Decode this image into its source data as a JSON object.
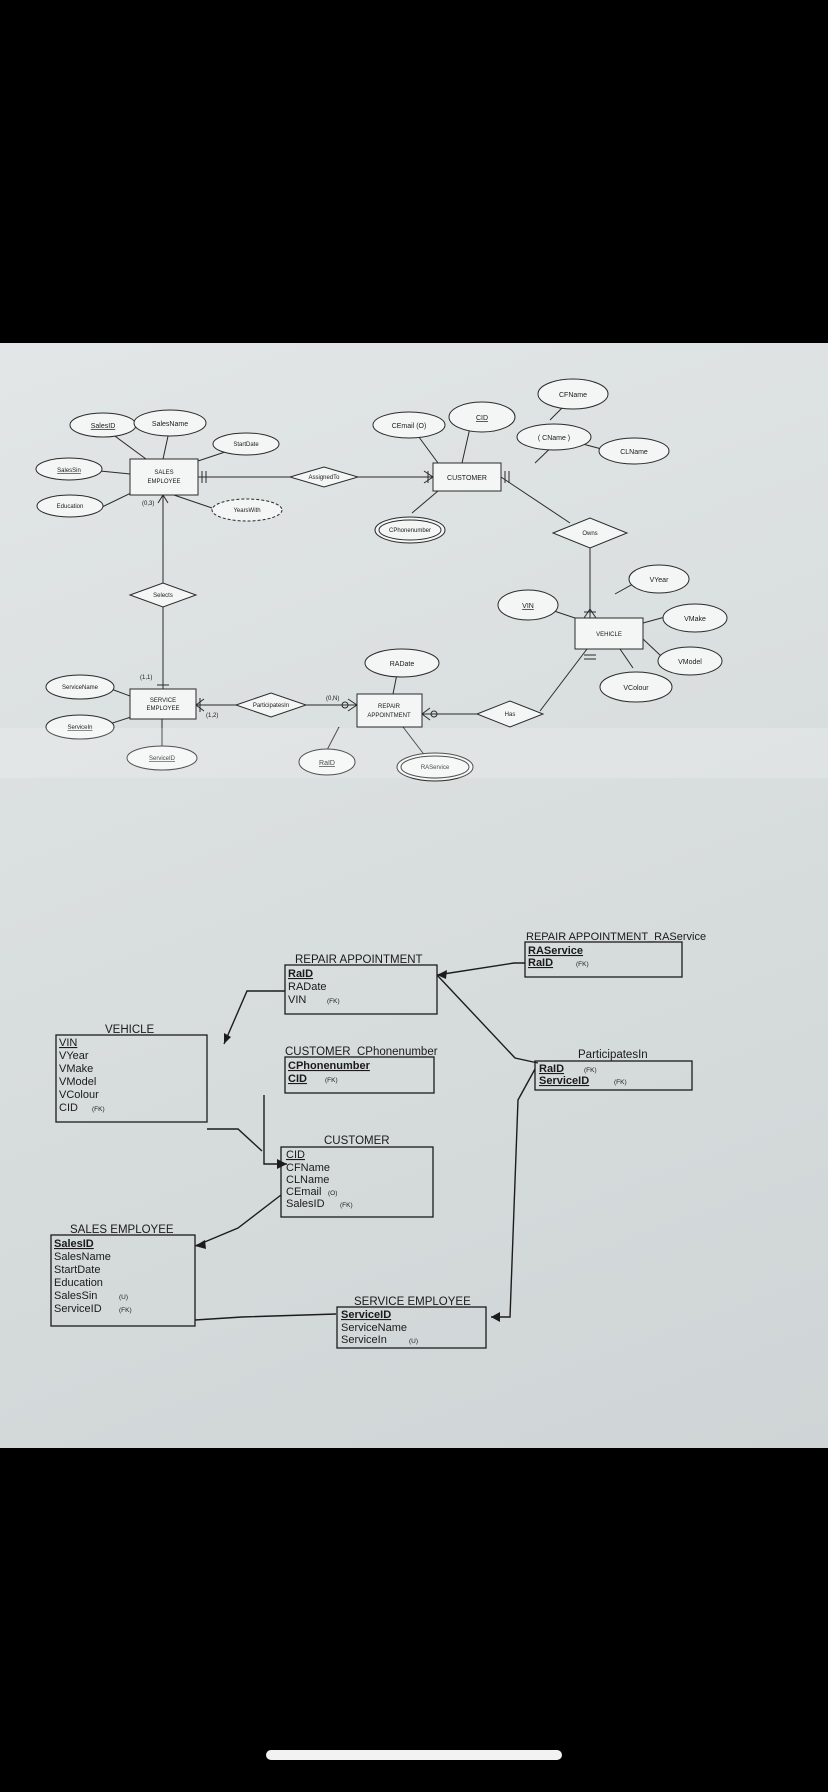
{
  "er": {
    "attrs": {
      "sales_id": "SalesID",
      "sales_name": "SalesName",
      "start_date": "StartDate",
      "sales_sin": "SalesSin",
      "education": "Education",
      "years_with": "YearsWith",
      "cfname": "CFName",
      "cid": "CID",
      "cemail": "CEmail (O)",
      "cname": "( CName )",
      "clname": "CLName",
      "cphone": "CPhonenumber",
      "vin": "VIN",
      "vyear": "VYear",
      "vmake": "VMake",
      "vmodel": "VModel",
      "vcolour": "VColour",
      "radate": "RADate",
      "raid": "RaID",
      "raservice": "RAService",
      "service_name": "ServiceName",
      "servicein": "ServiceIn",
      "service_id": "ServiceID"
    },
    "entities": {
      "sales_l1": "SALES",
      "sales_l2": "EMPLOYEE",
      "customer": "CUSTOMER",
      "vehicle": "VEHICLE",
      "service_l1": "SERVICE",
      "service_l2": "EMPLOYEE",
      "repair_l1": "REPAIR",
      "repair_l2": "APPOINTMENT"
    },
    "relationships": {
      "assigned_to": "AssignedTo",
      "owns": "Owns",
      "selects": "Selects",
      "participates_in": "ParticipatesIn",
      "has": "Has"
    },
    "cardinalities": {
      "c03": "(0,3)",
      "c11": "(1,1)",
      "c12": "(1,2)",
      "c0n": "(0,N)"
    }
  },
  "schema": {
    "repair_appointment": {
      "title": "REPAIR APPOINTMENT",
      "f1": "RaID",
      "f2": "RADate",
      "f3": "VIN",
      "f3_tag": "(FK)"
    },
    "ra_service": {
      "title": "REPAIR APPOINTMENT_RAService",
      "f1": "RAService",
      "f2": "RaID",
      "f2_tag": "(FK)"
    },
    "vehicle": {
      "title": "VEHICLE",
      "f1": "VIN",
      "f2": "VYear",
      "f3": "VMake",
      "f4": "VModel",
      "f5": "VColour",
      "f6": "CID",
      "f6_tag": "(FK)"
    },
    "cust_phone": {
      "title": "CUSTOMER_CPhonenumber",
      "f1": "CPhonenumber",
      "f2": "CID",
      "f2_tag": "(FK)"
    },
    "participates": {
      "title": "ParticipatesIn",
      "f1": "RaID",
      "f1_tag": "(FK)",
      "f2": "ServiceID",
      "f2_tag": "(FK)"
    },
    "customer": {
      "title": "CUSTOMER",
      "f1": "CID",
      "f2": "CFName",
      "f3": "CLName",
      "f4": "CEmail",
      "f4_tag": "(O)",
      "f5": "SalesID",
      "f5_tag": "(FK)"
    },
    "sales_employee": {
      "title": "SALES EMPLOYEE",
      "f1": "SalesID",
      "f2": "SalesName",
      "f3": "StartDate",
      "f4": "Education",
      "f5": "SalesSin",
      "f5_tag": "(U)",
      "f6": "ServiceID",
      "f6_tag": "(FK)"
    },
    "service_employee": {
      "title": "SERVICE EMPLOYEE",
      "f1": "ServiceID",
      "f2": "ServiceName",
      "f3": "ServiceIn",
      "f3_tag": "(U)"
    }
  }
}
